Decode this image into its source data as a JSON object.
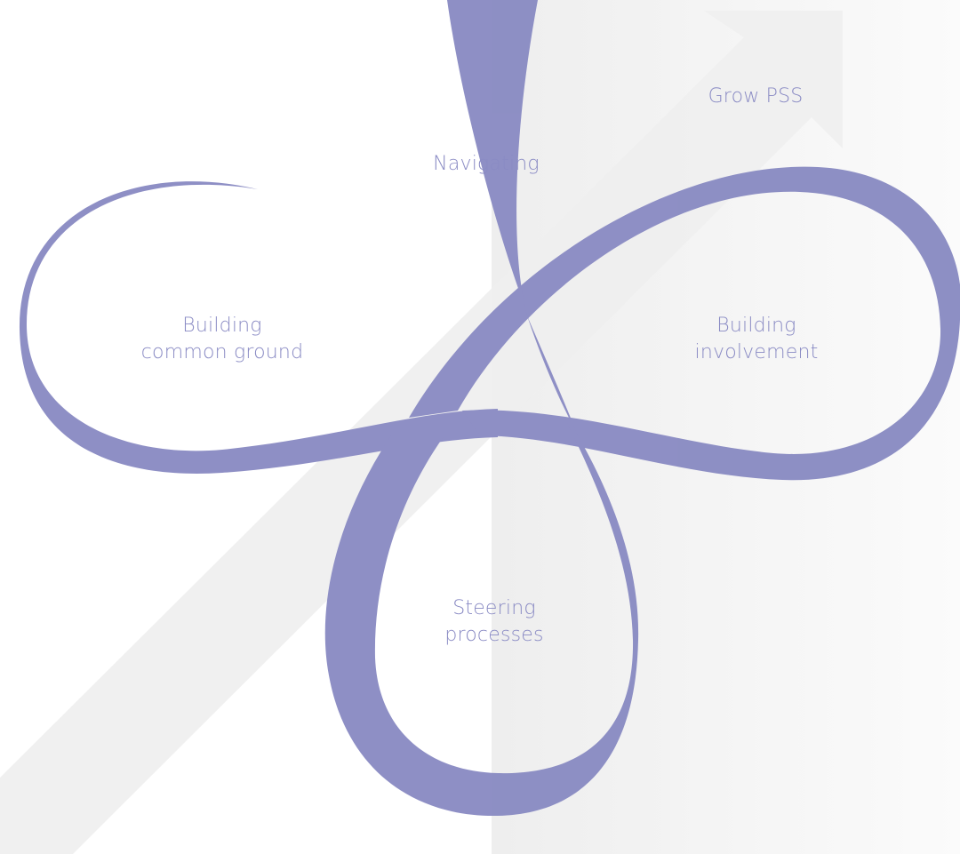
{
  "labels": {
    "grow": "Grow PSS",
    "navigating": "Navigating",
    "common_ground_line1": "Building",
    "common_ground_line2": "common ground",
    "involvement_line1": "Building",
    "involvement_line2": "involvement",
    "steering_line1": "Steering",
    "steering_line2": "processes"
  },
  "colors": {
    "ribbon": "#8e8fc5",
    "ribbon_shade": "#8686b8",
    "label_text": "#8a8bc4",
    "arrow": "#efefef",
    "panel": "#f4f4f4"
  }
}
